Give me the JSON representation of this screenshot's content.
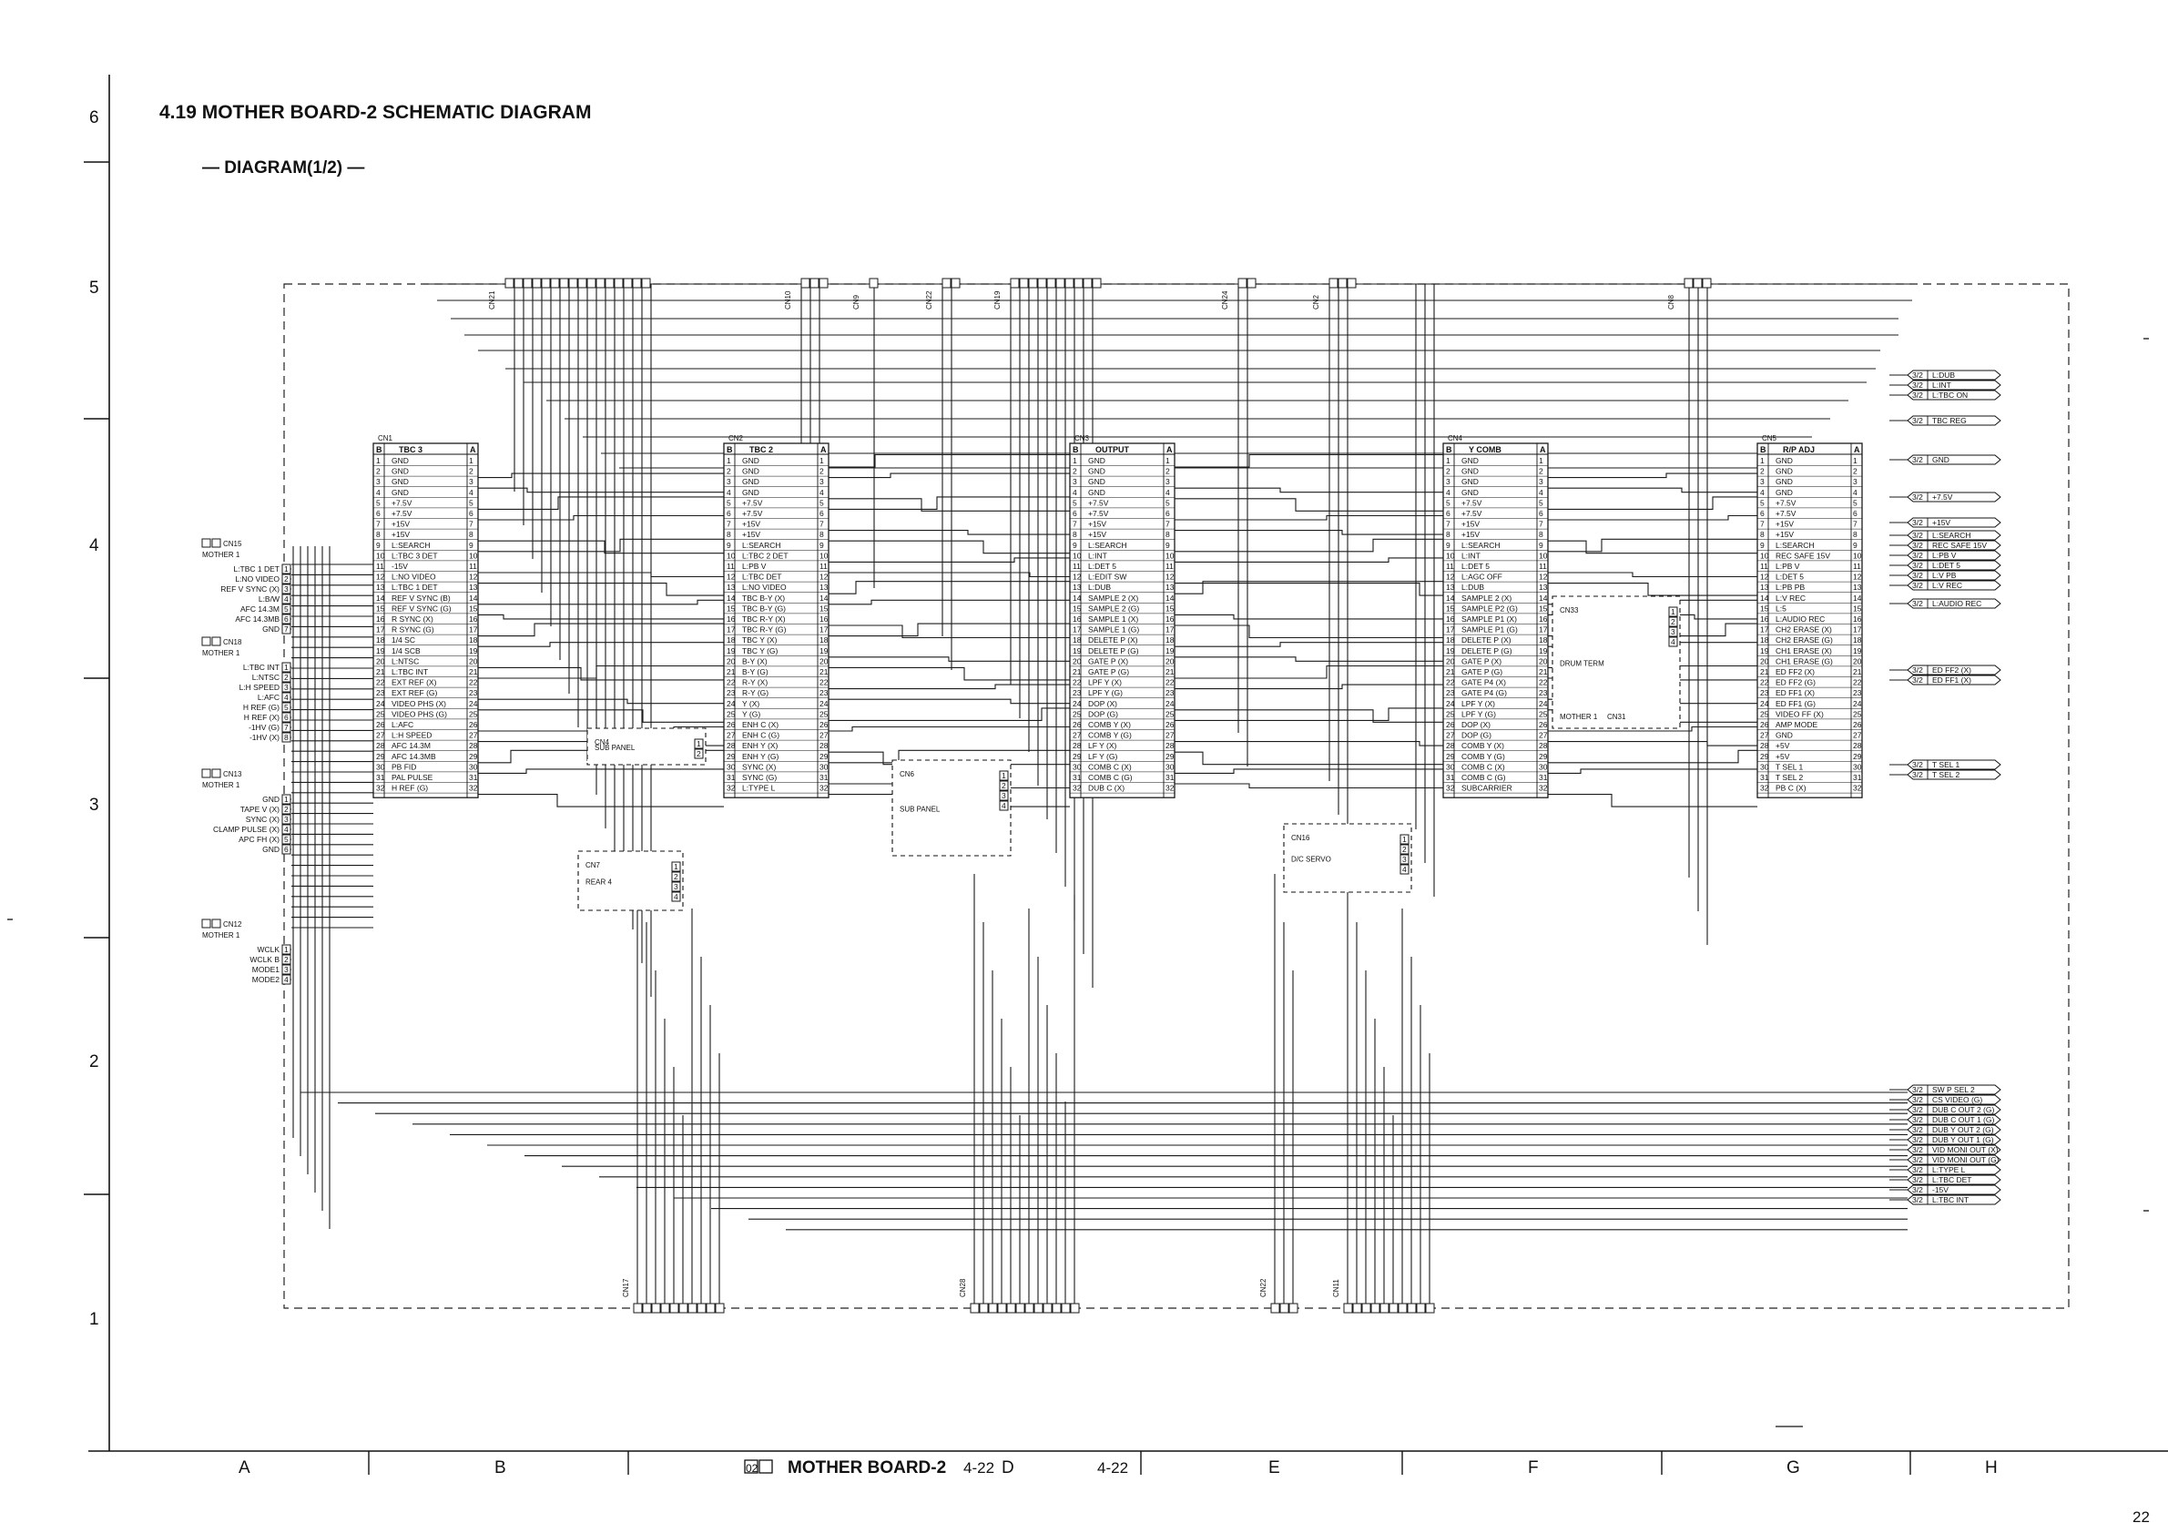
{
  "title": "4.19  MOTHER BOARD-2 SCHEMATIC DIAGRAM",
  "subtitle": "— DIAGRAM(1/2) —",
  "page_number": "22",
  "row_labels": [
    "6",
    "5",
    "4",
    "3",
    "2",
    "1"
  ],
  "col_labels": [
    "A",
    "B",
    "",
    "D",
    "E",
    "F",
    "G",
    "H"
  ],
  "footer": {
    "board_code": "02",
    "board_name": "MOTHER BOARD-2",
    "page_ref_left": "4-22",
    "page_ref_right": "4-22"
  },
  "blocks": [
    {
      "id": "tbc3",
      "cn": "CN1",
      "title": "TBC 3",
      "col_b": "B",
      "col_a": "A",
      "pins": [
        "GND",
        "GND",
        "GND",
        "GND",
        "+7.5V",
        "+7.5V",
        "+15V",
        "+15V",
        "L:SEARCH",
        "L:TBC 3 DET",
        "-15V",
        "L:NO VIDEO",
        "L:TBC 1 DET",
        "REF V SYNC (B)",
        "REF V SYNC (G)",
        "R SYNC (X)",
        "R SYNC (G)",
        "1/4 SC",
        "1/4 SCB",
        "L:NTSC",
        "L:TBC INT",
        "EXT REF (X)",
        "EXT REF (G)",
        "VIDEO PHS (X)",
        "VIDEO PHS (G)",
        "L:AFC",
        "L:H SPEED",
        "AFC 14.3M",
        "AFC 14.3MB",
        "PB FID",
        "PAL PULSE",
        "H REF (G)"
      ]
    },
    {
      "id": "tbc2",
      "cn": "CN2",
      "title": "TBC 2",
      "col_b": "B",
      "col_a": "A",
      "pins": [
        "GND",
        "GND",
        "GND",
        "GND",
        "+7.5V",
        "+7.5V",
        "+15V",
        "+15V",
        "L:SEARCH",
        "L:TBC 2 DET",
        "L:PB V",
        "L:TBC DET",
        "L:NO VIDEO",
        "TBC B-Y (X)",
        "TBC B-Y (G)",
        "TBC R-Y (X)",
        "TBC R-Y (G)",
        "TBC Y (X)",
        "TBC Y (G)",
        "B-Y (X)",
        "B-Y (G)",
        "R-Y (X)",
        "R-Y (G)",
        "Y (X)",
        "Y (G)",
        "ENH C (X)",
        "ENH C (G)",
        "ENH Y (X)",
        "ENH Y (G)",
        "SYNC (X)",
        "SYNC (G)",
        "L:TYPE L"
      ]
    },
    {
      "id": "output",
      "cn": "CN3",
      "title": "OUTPUT",
      "col_b": "B",
      "col_a": "A",
      "pins": [
        "GND",
        "GND",
        "GND",
        "GND",
        "+7.5V",
        "+7.5V",
        "+15V",
        "+15V",
        "L:SEARCH",
        "L:INT",
        "L:DET 5",
        "L:EDIT SW",
        "L:DUB",
        "SAMPLE 2 (X)",
        "SAMPLE 2 (G)",
        "SAMPLE 1 (X)",
        "SAMPLE 1 (G)",
        "DELETE P (X)",
        "DELETE P (G)",
        "GATE P (X)",
        "GATE P (G)",
        "LPF Y (X)",
        "LPF Y (G)",
        "DOP (X)",
        "DOP (G)",
        "COMB Y (X)",
        "COMB Y (G)",
        "LF Y (X)",
        "LF Y (G)",
        "COMB C (X)",
        "COMB C (G)",
        "DUB C (X)"
      ]
    },
    {
      "id": "ycomb",
      "cn": "CN4",
      "title": "Y COMB",
      "col_b": "B",
      "col_a": "A",
      "pins": [
        "GND",
        "GND",
        "GND",
        "GND",
        "+7.5V",
        "+7.5V",
        "+15V",
        "+15V",
        "L:SEARCH",
        "L:INT",
        "L:DET 5",
        "L:AGC OFF",
        "L:DUB",
        "SAMPLE 2 (X)",
        "SAMPLE P2 (G)",
        "SAMPLE P1 (X)",
        "SAMPLE P1 (G)",
        "DELETE P (X)",
        "DELETE P (G)",
        "GATE P (X)",
        "GATE P (G)",
        "GATE P4 (X)",
        "GATE P4 (G)",
        "LPF Y (X)",
        "LPF Y (G)",
        "DOP (X)",
        "DOP (G)",
        "COMB Y (X)",
        "COMB Y (G)",
        "COMB C (X)",
        "COMB C (G)",
        "SUBCARRIER"
      ]
    },
    {
      "id": "rpadj",
      "cn": "CN5",
      "title": "R/P ADJ",
      "col_b": "B",
      "col_a": "A",
      "pins": [
        "GND",
        "GND",
        "GND",
        "GND",
        "+7.5V",
        "+7.5V",
        "+15V",
        "+15V",
        "L:SEARCH",
        "REC SAFE 15V",
        "L:PB V",
        "L:DET 5",
        "L:PB PB",
        "L:V REC",
        "L:5",
        "L:AUDIO REC",
        "CH2 ERASE (X)",
        "CH2 ERASE (G)",
        "CH1 ERASE (X)",
        "CH1 ERASE (G)",
        "ED FF2 (X)",
        "ED FF2 (G)",
        "ED FF1 (X)",
        "ED FF1 (G)",
        "VIDEO FF (X)",
        "AMP MODE",
        "GND",
        "+5V",
        "+5V",
        "T SEL 1",
        "T SEL 2",
        "PB C (X)"
      ]
    }
  ],
  "side_connectors": [
    {
      "ref": "CN15",
      "label": "MOTHER 1",
      "pins": [
        "L:TBC 1 DET",
        "L:NO VIDEO",
        "REF V SYNC (X)",
        "L:B/W",
        "AFC 14.3M",
        "AFC 14.3MB",
        "GND"
      ]
    },
    {
      "ref": "CN18",
      "label": "MOTHER 1",
      "pins": [
        "L:TBC INT",
        "L:NTSC",
        "L:H SPEED",
        "L:AFC",
        "H REF (G)",
        "H REF (X)",
        "-1HV (G)",
        "-1HV (X)"
      ]
    },
    {
      "ref": "CN13",
      "label": "MOTHER 1",
      "pins": [
        "GND",
        "TAPE V (X)",
        "SYNC (X)",
        "CLAMP PULSE (X)",
        "APC FH (X)",
        "GND"
      ]
    },
    {
      "ref": "CN12",
      "label": "MOTHER 1",
      "pins": [
        "WCLK",
        "WCLK B",
        "MODE1",
        "MODE2"
      ]
    }
  ],
  "right_outputs": [
    "L:DUB",
    "L:INT",
    "L:TBC ON",
    "TBC REG",
    "GND",
    "+7.5V",
    "+15V",
    "L:SEARCH",
    "REC SAFE 15V",
    "L:PB V",
    "L:DET 5",
    "L:V PB",
    "L:V REC",
    "L:AUDIO REC",
    "ED FF2 (X)",
    "ED FF1 (X)",
    "T SEL 1",
    "T SEL 2",
    "SW P SEL 2",
    "CS VIDEO (G)",
    "DUB C OUT 2 (G)",
    "DUB C OUT 1 (G)",
    "DUB Y OUT 2 (G)",
    "DUB Y OUT 1 (G)",
    "VID MONI OUT (X)",
    "VID MONI OUT (G)",
    "L:TYPE L",
    "L:TBC DET",
    "-15V",
    "L:TBC INT"
  ],
  "inline_boxes": [
    {
      "label": "DRUM TERM",
      "ref": "CN33",
      "sub": "MOTHER 1",
      "sub_ref": "CN31"
    },
    {
      "label": "SUB PANEL",
      "ref": "CN6"
    },
    {
      "label": "D/C SERVO",
      "ref": "CN16"
    },
    {
      "label": "REAR 4",
      "ref": "CN7"
    },
    {
      "label": "SUB PANEL",
      "ref": "CN4"
    }
  ],
  "bottom_connectors": [
    "CN17",
    "CN28",
    "CN22",
    "CN11"
  ],
  "top_connectors": [
    "CN21",
    "CN10",
    "CN9",
    "CN22",
    "CN19",
    "CN24",
    "CN2",
    "CN8"
  ]
}
